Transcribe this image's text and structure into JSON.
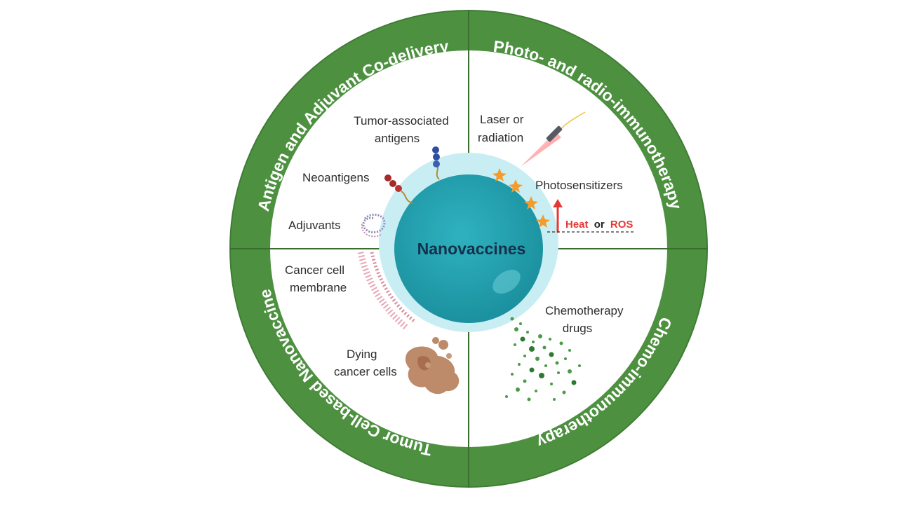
{
  "title": "Nanovaccines",
  "colors": {
    "ring": "#4d9140",
    "ring_border": "#3f7c34",
    "halo": "#c8eef4",
    "core": "#1f9dac",
    "heat": "#e53935"
  },
  "quadrants": {
    "top_left": {
      "ring_label": "Antigen and Adjuvant Co-delivery",
      "items": {
        "tumor_antigens_line1": "Tumor-associated",
        "tumor_antigens_line2": "antigens",
        "neoantigens": "Neoantigens",
        "adjuvants": "Adjuvants"
      }
    },
    "top_right": {
      "ring_label": "Photo- and radio-immunotherapy",
      "items": {
        "laser_line1": "Laser or",
        "laser_line2": "radiation",
        "photosensitizers": "Photosensitizers",
        "heat": "Heat",
        "or": "or",
        "ros": "ROS"
      }
    },
    "bottom_right": {
      "ring_label": "Chemo-immunotherapy",
      "items": {
        "chemo_line1": "Chemotherapy",
        "chemo_line2": "drugs"
      }
    },
    "bottom_left": {
      "ring_label": "Tumor Cell-based Nanovaccine",
      "items": {
        "membrane_line1": "Cancer cell",
        "membrane_line2": "membrane",
        "dying_line1": "Dying",
        "dying_line2": "cancer cells"
      }
    }
  }
}
